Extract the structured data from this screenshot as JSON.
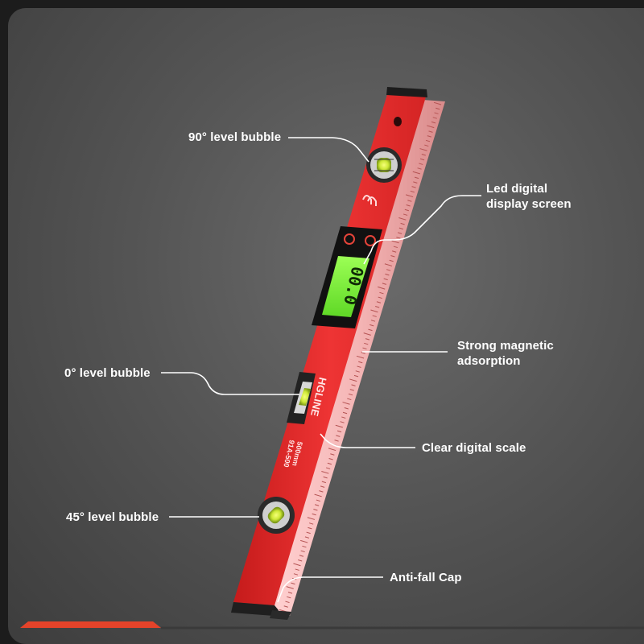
{
  "callouts": {
    "bubble_90": "90° level bubble",
    "led_display": [
      "Led digital",
      "display screen"
    ],
    "magnetic": [
      "Strong magnetic",
      "adsorption"
    ],
    "bubble_0": "0° level bubble",
    "digital_scale": "Clear digital scale",
    "bubble_45": "45° level bubble",
    "anti_fall_cap": "Anti-fall Cap"
  },
  "product": {
    "brand": "HGLINE",
    "size": "500mm",
    "model": "91A-500",
    "display_reading": "00.0"
  },
  "colors": {
    "level_red": "#e32a2a",
    "lcd_green": "#7ff23a",
    "accent_orange": "#e4432a"
  }
}
